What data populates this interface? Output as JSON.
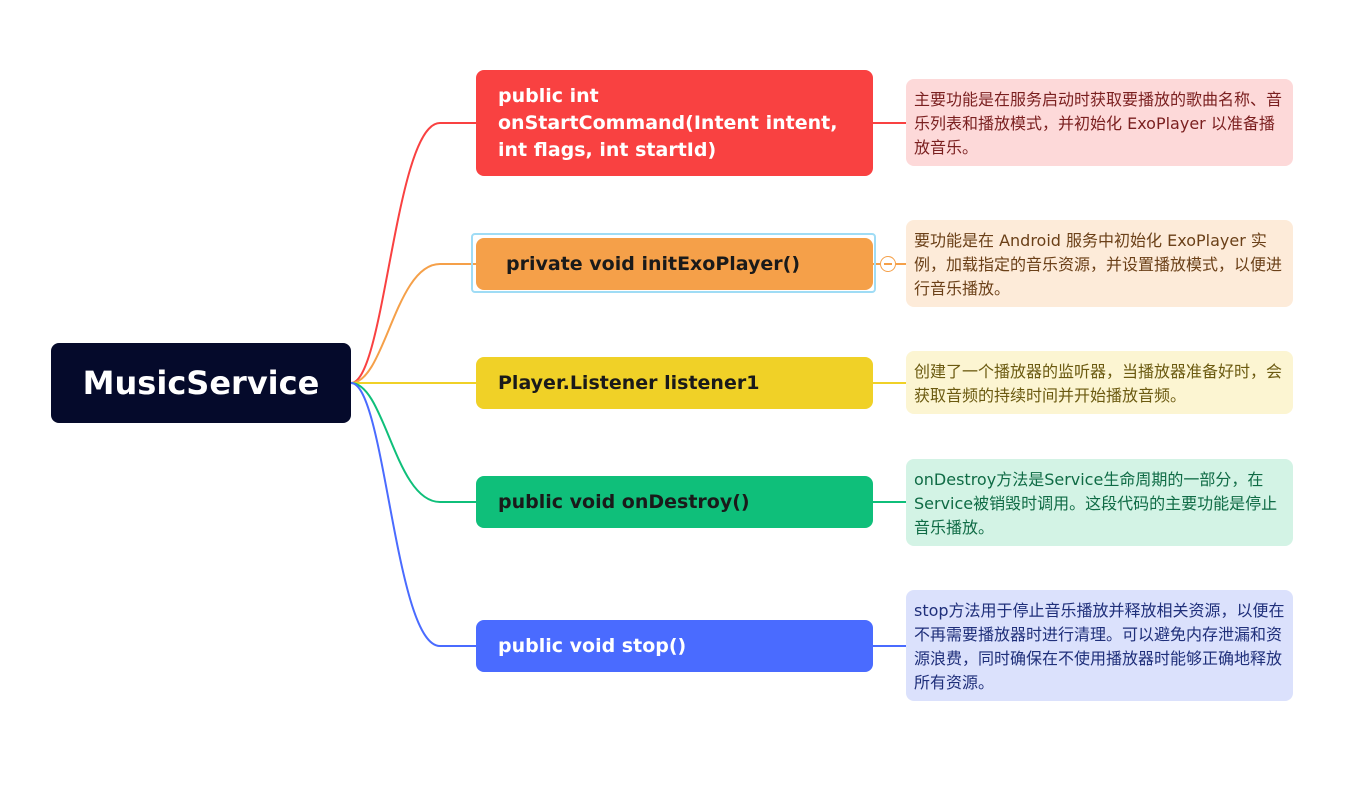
{
  "root": {
    "label": "MusicService"
  },
  "branches": [
    {
      "label": "public int onStartCommand(Intent intent, int flags, int startId)",
      "note": "主要功能是在服务启动时获取要播放的歌曲名称、音乐列表和播放模式，并初始化 ExoPlayer 以准备播放音乐。",
      "color": "#f94141"
    },
    {
      "label": "private void initExoPlayer()",
      "note": "要功能是在 Android 服务中初始化 ExoPlayer 实例，加载指定的音乐资源，并设置播放模式，以便进行音乐播放。",
      "color": "#f5a049"
    },
    {
      "label": "Player.Listener listener1",
      "note": "创建了一个播放器的监听器，当播放器准备好时，会获取音频的持续时间并开始播放音频。",
      "color": "#f0d127"
    },
    {
      "label": "public void onDestroy()",
      "note": "onDestroy方法是Service生命周期的一部分，在Service被销毁时调用。这段代码的主要功能是停止音乐播放。",
      "color": "#0fbf7a"
    },
    {
      "label": "public void stop()",
      "note": "stop方法用于停止音乐播放并释放相关资源，以便在不再需要播放器时进行清理。可以避免内存泄漏和资源浪费，同时确保在不使用播放器时能够正确地释放所有资源。",
      "color": "#4a6bff"
    }
  ]
}
